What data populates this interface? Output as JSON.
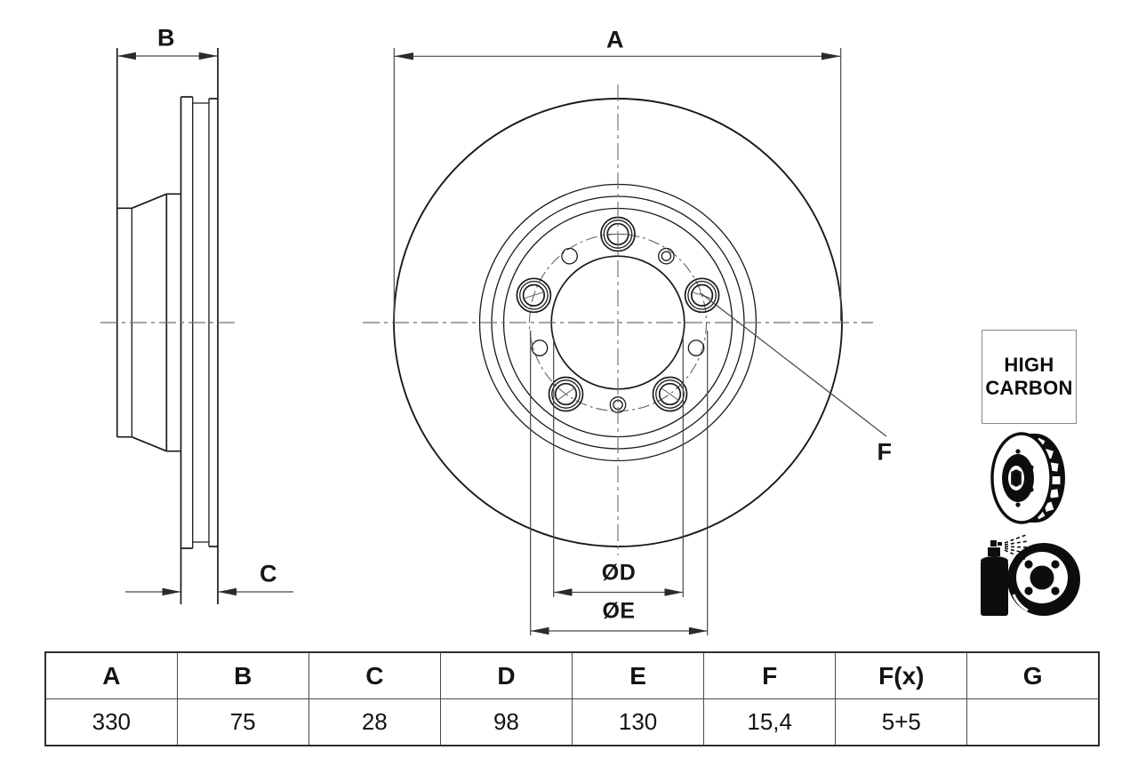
{
  "drawing_labels": {
    "a": "A",
    "b": "B",
    "c": "C",
    "d": "ØD",
    "e": "ØE",
    "f": "F"
  },
  "badge": {
    "line1": "HIGH",
    "line2": "CARBON"
  },
  "icons": {
    "vented_disc": "vented-disc-icon",
    "spray_coating": "spray-coating-icon"
  },
  "table": {
    "headers": [
      "A",
      "B",
      "C",
      "D",
      "E",
      "F",
      "F(x)",
      "G"
    ],
    "values": [
      "330",
      "75",
      "28",
      "98",
      "130",
      "15,4",
      "5+5",
      ""
    ]
  },
  "colors": {
    "background": "#ffffff",
    "object_line": "#1a1a1a",
    "dimension_line": "#474747",
    "centerline": "#6f6f6f",
    "text": "#141414"
  }
}
